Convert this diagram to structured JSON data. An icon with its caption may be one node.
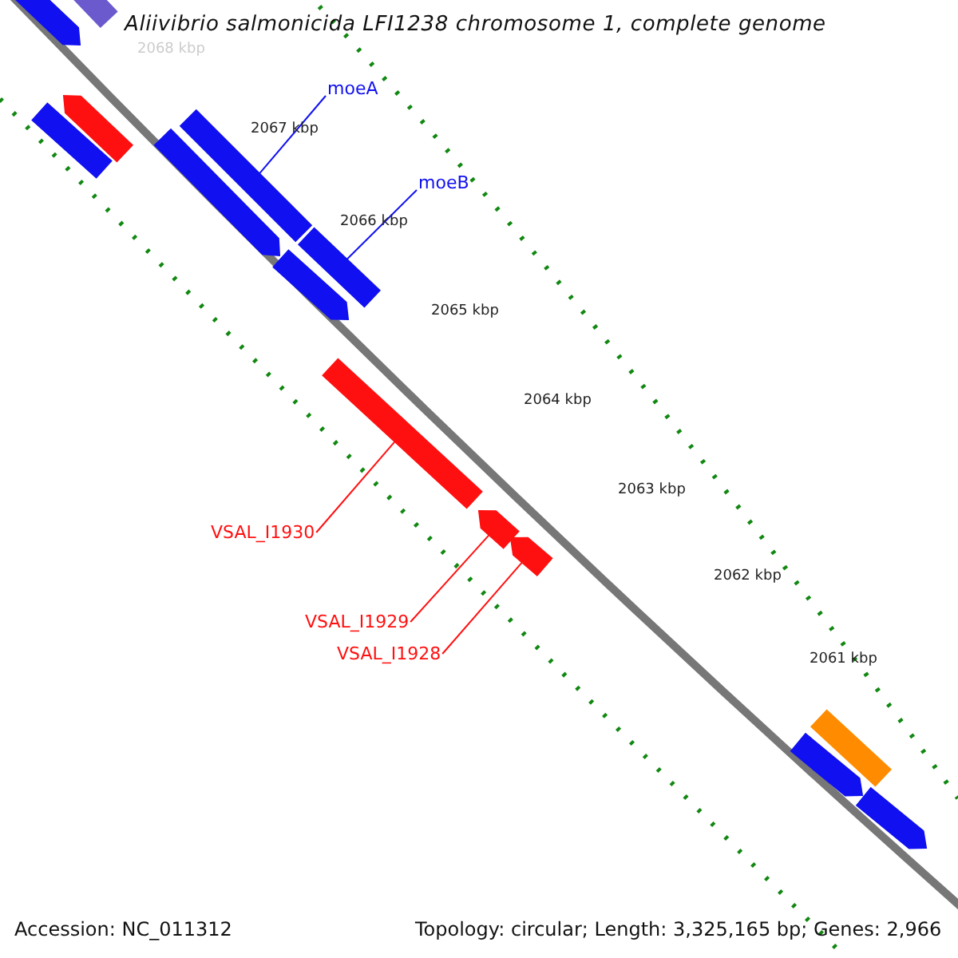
{
  "diagram": {
    "title": "Aliivibrio salmonicida LFI1238 chromosome 1, complete genome",
    "nodes": [
      {
        "text": [
          "moeA"
        ]
      },
      {
        "text": [
          "moeB"
        ]
      },
      {
        "text": [
          "VSAL_I1930"
        ]
      },
      {
        "text": [
          "VSAL_I1929"
        ]
      },
      {
        "text": [
          "VSAL_I1928"
        ]
      },
      {
        "text": [],
        "shape": "bar"
      },
      {
        "text": [],
        "shape": "bar"
      },
      {
        "text": [],
        "shape": "bar"
      },
      {
        "text": [],
        "shape": "bar"
      },
      {
        "text": [],
        "shape": "bar"
      },
      {
        "text": [],
        "shape": "bar"
      },
      {
        "text": [],
        "shape": "bar"
      },
      {
        "text": [],
        "shape": "bar"
      },
      {
        "text": [],
        "shape": "bar"
      },
      {
        "text": [],
        "shape": "bar"
      },
      {
        "text": [],
        "shape": "bar"
      },
      {
        "text": [],
        "shape": "bar"
      },
      {
        "text": [],
        "shape": "bar"
      },
      {
        "text": [],
        "shape": "bar"
      }
    ],
    "edges": [
      {
        "from": 0,
        "to": 9,
        "arrow": "none",
        "color": "#1010f0"
      },
      {
        "from": 1,
        "to": 11,
        "arrow": "none",
        "color": "#1010f0"
      },
      {
        "from": 2,
        "to": 13,
        "arrow": "none",
        "color": "#ff1010"
      },
      {
        "from": 3,
        "to": 14,
        "arrow": "none",
        "color": "#ff1010"
      },
      {
        "from": 4,
        "to": 15,
        "arrow": "none",
        "color": "#ff1010"
      }
    ],
    "labels": [
      "2068 kbp",
      "2067 kbp",
      "2066 kbp",
      "2065 kbp",
      "2064 kbp",
      "2063 kbp",
      "2062 kbp",
      "2061 kbp",
      "Accession: NC_011312",
      "Topology: circular; Length: 3,325,165 bp; Genes: 2,966"
    ]
  }
}
